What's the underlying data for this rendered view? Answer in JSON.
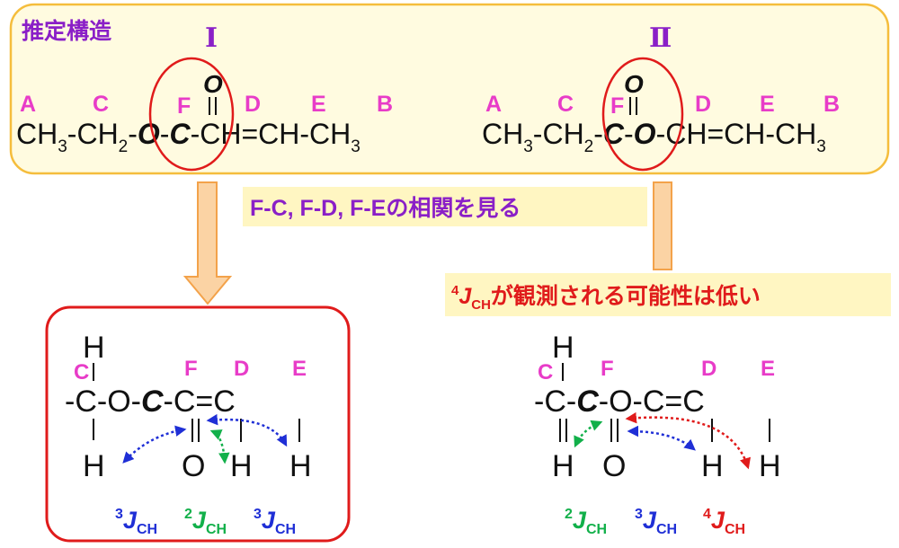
{
  "colors": {
    "label_pink": "#e83cc8",
    "purple": "#8a1fc7",
    "red": "#e01b1b",
    "blue": "#1f2fd6",
    "green": "#12b04a",
    "arrow_fill": "#fbd3a4",
    "arrow_stroke": "#f3a24a",
    "top_box_fill": "#fffbe0",
    "top_box_stroke": "#f5bd3c",
    "banner_fill": "#fff6c2"
  },
  "top_panel": {
    "title": "推定構造",
    "structure_1": {
      "roman": "Ⅰ",
      "labels": {
        "A": "A",
        "C": "C",
        "F": "F",
        "D": "D",
        "E": "E",
        "B": "B"
      },
      "carbonyl_o": "O",
      "chain": {
        "p1": "CH",
        "s1": "3",
        "p2": "-CH",
        "s2": "2",
        "p3": "-",
        "o": "O",
        "dash": "-",
        "c": "C",
        "p4": "-CH=CH-CH",
        "s3": "3"
      }
    },
    "structure_2": {
      "roman": "Ⅱ",
      "labels": {
        "A": "A",
        "C": "C",
        "F": "F",
        "D": "D",
        "E": "E",
        "B": "B"
      },
      "carbonyl_o": "O",
      "chain": {
        "p1": "CH",
        "s1": "3",
        "p2": "-CH",
        "s2": "2",
        "p3": "-",
        "c": "C",
        "dash": "-",
        "o": "O",
        "p4": "-CH=CH-CH",
        "s3": "3"
      }
    }
  },
  "banner_middle": "F-C, F-D, F-Eの相関を見る",
  "banner_right": {
    "sup": "4",
    "j": "J",
    "sub": "CH",
    "rest": "が観測される可能性は低い"
  },
  "bottom_left": {
    "labels": {
      "C": "C",
      "F": "F",
      "D": "D",
      "E": "E"
    },
    "atoms": {
      "h_top": "H",
      "chain": "-C-O-",
      "c_bold": "C",
      "rest": "-C=C",
      "h1": "H",
      "o": "O",
      "h2": "H",
      "h3": "H"
    },
    "couplings": [
      {
        "sup": "3",
        "j": "J",
        "sub": "CH",
        "color": "#1f2fd6"
      },
      {
        "sup": "2",
        "j": "J",
        "sub": "CH",
        "color": "#12b04a"
      },
      {
        "sup": "3",
        "j": "J",
        "sub": "CH",
        "color": "#1f2fd6"
      }
    ]
  },
  "bottom_right": {
    "labels": {
      "C": "C",
      "F": "F",
      "D": "D",
      "E": "E"
    },
    "atoms": {
      "h_top": "H",
      "chain": "-C-",
      "c_bold": "C",
      "rest": "-O-C=C",
      "h1": "H",
      "o": "O",
      "h2": "H",
      "h3": "H"
    },
    "couplings": [
      {
        "sup": "2",
        "j": "J",
        "sub": "CH",
        "color": "#12b04a"
      },
      {
        "sup": "3",
        "j": "J",
        "sub": "CH",
        "color": "#1f2fd6"
      },
      {
        "sup": "4",
        "j": "J",
        "sub": "CH",
        "color": "#e01b1b"
      }
    ]
  }
}
